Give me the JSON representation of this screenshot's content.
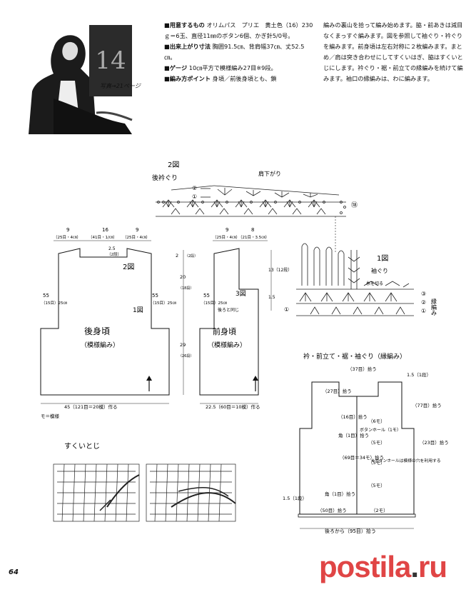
{
  "header": {
    "photo_number": "14",
    "photo_caption": "写真→21ページ",
    "materials_label": "■用意するもの",
    "materials_text": "オリムパス　プリエ　黄土色（16）230ｇ＝6玉、直径11㎜のボタン6個、かぎ針5/0号。",
    "size_label": "■出来上がり寸法",
    "size_text": "胸囲91.5㎝、背肩幅37㎝、丈52.5㎝。",
    "gauge_label": "■ゲージ",
    "gauge_text": "10㎝平方で模様編み27目※9段。",
    "points_label": "■編み方ポイント",
    "points_text": "身頃／前後身頃とも、鎖",
    "column2_text": "編みの裏山を拾って編み始めます。脇・前あきは減目なくまっすぐ編みます。図を参照して袖ぐり・衿ぐりを編みます。前身頃は左右対称に２枚編みます。まとめ／肩は突き合わせにしてすくいはぎ、脇はすくいとじにします。衿ぐり・裾・前立ての縁編みを続けて編みます。袖口の縁編みは、わに編みます。"
  },
  "diagram2": {
    "title": "2図",
    "neck_label": "後衿ぐり",
    "shoulder_label": "肩下がり",
    "mark_r": "⑱"
  },
  "diagram1": {
    "title": "1図",
    "sleeve_label": "袖ぐり",
    "thread_cut": "糸を切る",
    "edge_label": "縁編み",
    "row_labels": [
      "③",
      "②",
      "①"
    ]
  },
  "back": {
    "name": "後身頃",
    "pattern": "（模様編み）",
    "fig2": "2図",
    "fig1": "1図",
    "top_left": "9",
    "top_left_sub": "（25目・4㎝）",
    "top_mid": "16",
    "top_mid_sub": "（41目・1/㎝）",
    "top_right": "9",
    "top_right_sub": "（25目・4㎝）",
    "neck_drop": "2.5",
    "neck_drop_sub": "（2段）",
    "side_left": "55",
    "side_left_sub": "（15目）25㎝",
    "side_right": "55",
    "side_right_sub": "（15目）25㎝",
    "bottom": "45（121目＝20模）作る",
    "bottom_note": "モ＝模様"
  },
  "front": {
    "name": "前身頃",
    "pattern": "（模様編み）",
    "fig3": "3図",
    "top_left": "9",
    "top_left_sub": "（25目・4㎝）",
    "top_right": "8",
    "top_right_sub": "（21目・3.5㎝）",
    "side": "55",
    "side_sub": "（15目）25㎝",
    "same_note": "後ろと同じ",
    "bottom": "22.5（60目＝10模）作る",
    "height_top": "1.5（1段）",
    "height_mid": "13（12段）",
    "height_total": "1.5"
  },
  "center_measures": {
    "a": "2",
    "a_sub": "（2段）",
    "b": "20",
    "b_sub": "（18段）",
    "c": "29",
    "c_sub": "（26段）"
  },
  "edging": {
    "title": "衿・前立て・裾・袖ぐり（縁編み）",
    "neck_pick": "（37目）拾う",
    "left_neck": "（27目）拾う",
    "right_top": "1.5（1段）",
    "right_side": "（77目）拾う",
    "f16": "（16目）拾う",
    "f6": "（6モ）",
    "buttonhole": "ボタンホール（1モ）",
    "corner1": "角（1目）拾う",
    "f5a": "（5モ）",
    "f69": "（69目＝34モ）拾う",
    "f5b": "（5モ）",
    "f23": "（23目）拾う",
    "bh_note": "※ボタンホールは模様の穴を利用する",
    "f5c": "（5モ）",
    "corner2": "角（1目）拾う",
    "f50": "（50目）拾う",
    "f2": "（2モ）",
    "bottom_left": "1.5（1段）",
    "bottom_pick": "後ろから（95目）拾う"
  },
  "sukui": {
    "title": "すくいとじ"
  },
  "footer": {
    "page_number": "64",
    "watermark_main": "postila",
    "watermark_dot": ".",
    "watermark_tld": "ru"
  }
}
